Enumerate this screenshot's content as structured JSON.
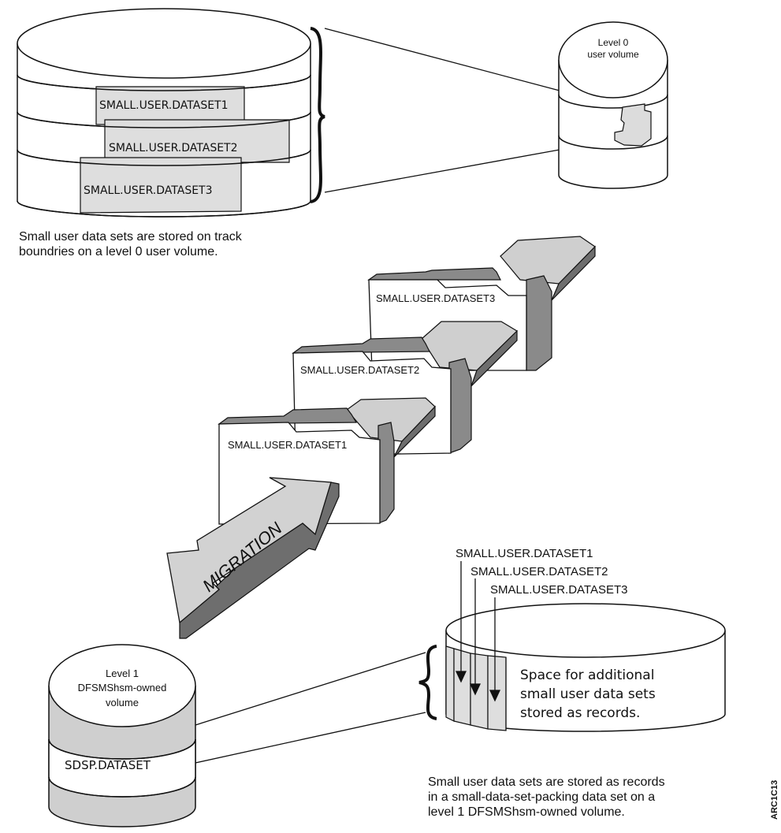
{
  "top_volume": {
    "datasets": [
      "SMALL.USER.DATASET1",
      "SMALL.USER.DATASET2",
      "SMALL.USER.DATASET3"
    ]
  },
  "level0_volume": {
    "label_line1": "Level 0",
    "label_line2": "user volume"
  },
  "top_caption": {
    "line1": "Small user data sets are stored on track",
    "line2": "boundries on a level 0 user volume."
  },
  "migration_folders": [
    "SMALL.USER.DATASET3",
    "SMALL.USER.DATASET2",
    "SMALL.USER.DATASET1"
  ],
  "migration_arrow_label": "MIGRATION",
  "level1_volume": {
    "label_line1": "Level 1",
    "label_line2": "DFSMShsm-owned",
    "label_line3": "volume",
    "dataset": "SDSP.DATASET"
  },
  "sdsp_records": {
    "names": [
      "SMALL.USER.DATASET1",
      "SMALL.USER.DATASET2",
      "SMALL.USER.DATASET3"
    ],
    "space_line1": "Space for additional",
    "space_line2": "small user data sets",
    "space_line3": "stored as records."
  },
  "bottom_caption": {
    "line1": "Small user data sets are stored as records",
    "line2": "in a small-data-set-packing data set on a",
    "line3": "level 1 DFSMShsm-owned volume."
  },
  "figure_id": "ARC1C13",
  "colors": {
    "stroke": "#111111",
    "light_fill": "#dcdcdc",
    "mid_fill": "#c8c8c8",
    "dark_fill": "#6e6e6e",
    "white": "#ffffff"
  }
}
